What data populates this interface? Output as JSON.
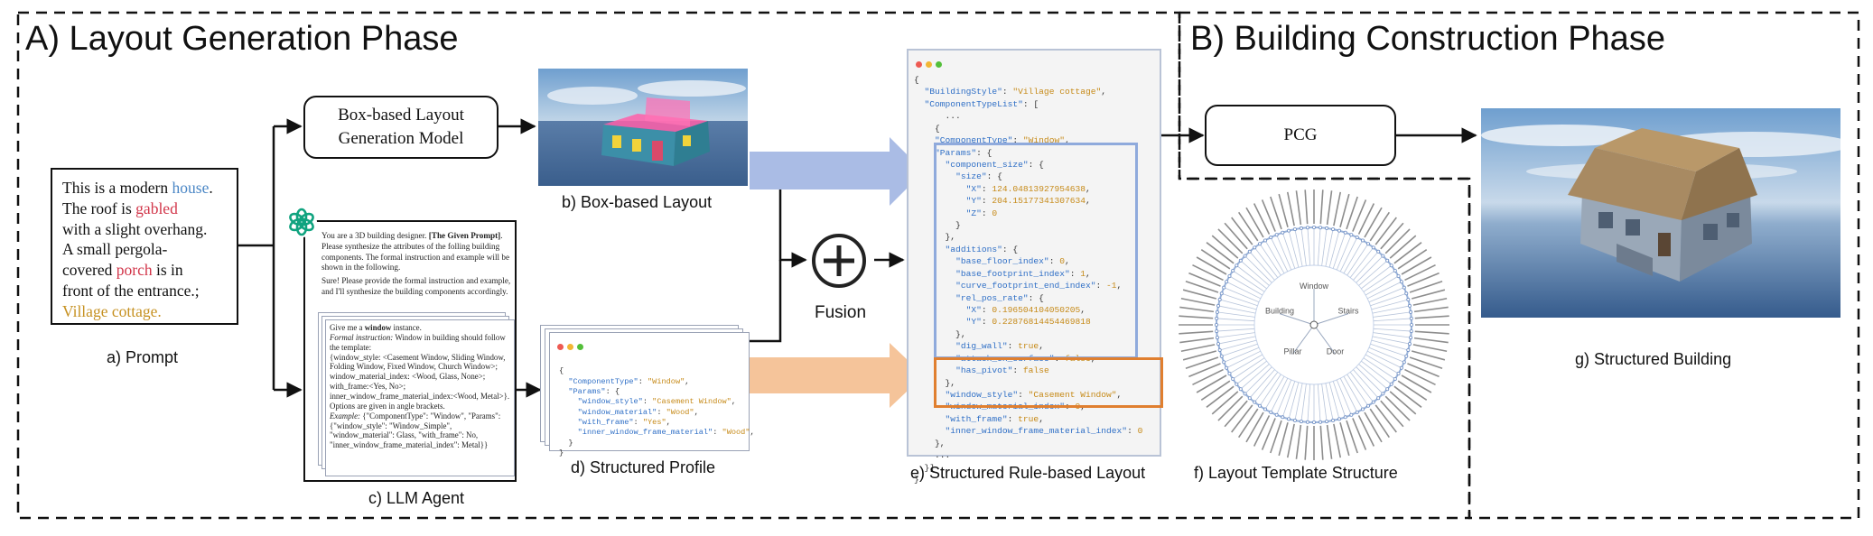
{
  "phase_a": {
    "title": "A) Layout Generation Phase"
  },
  "phase_b": {
    "title": "B) Building Construction Phase"
  },
  "prompt": {
    "lines": [
      [
        {
          "t": "This is a modern "
        },
        {
          "t": "house",
          "c": "blue"
        },
        {
          "t": "."
        }
      ],
      [
        {
          "t": "The roof is "
        },
        {
          "t": "gabled",
          "c": "red"
        }
      ],
      [
        {
          "t": "with a slight overhang."
        }
      ],
      [
        {
          "t": "A small pergola-"
        }
      ],
      [
        {
          "t": "covered "
        },
        {
          "t": "porch",
          "c": "red"
        },
        {
          "t": " is in"
        }
      ],
      [
        {
          "t": "front of the entrance.;"
        }
      ],
      [
        {
          "t": "Village cottage.",
          "c": "gold"
        }
      ]
    ],
    "caption": "a) Prompt"
  },
  "box_model": {
    "line1": "Box-based Layout",
    "line2": "Generation Model"
  },
  "box_layout": {
    "caption": "b) Box-based Layout"
  },
  "llm_agent": {
    "intro_pre": "You are a 3D building designer. ",
    "intro_bold": "[The Given Prompt]",
    "intro_post": ". Please synthesize the attributes of the folling building components. The formal  instruction and example will be shown in the following.",
    "reply": "Sure! Please provide the formal instruction and example, and I'll synthesize the building components accordingly.",
    "ask_pre": "Give me a ",
    "ask_bold": "window",
    "ask_post": " instance.",
    "formal_label": "Formal  instruction:",
    "formal_text": " Window in building should follow the template:",
    "template": "{window_style: <Casement Window, Sliding Window, Folding Window, Fixed Window, Church Window>; window_material_index: <Wood, Glass, None>; with_frame:<Yes, No>; inner_window_frame_material_index:<Wood, Metal>}.  Options are given in angle brackets.",
    "example_label": "Example:",
    "example_text": " {\"ComponentType\": \"Window\", \"Params\": {\"window_style\": \"Window_Simple\", \"window_material\": Glass, \"with_frame\": No,        \"inner_window_frame_material_index\": Metal}}",
    "caption": "c) LLM Agent"
  },
  "profile": {
    "open": "{",
    "component_type_key": "\"ComponentType\"",
    "component_type_val": "\"Window\"",
    "params_key": "\"Params\"",
    "rows": [
      {
        "k": "\"window_style\"",
        "v": "\"Casement Window\""
      },
      {
        "k": "\"window_material\"",
        "v": "\"Wood\""
      },
      {
        "k": "\"with_frame\"",
        "v": "\"Yes\""
      },
      {
        "k": "\"inner_window_frame_material\"",
        "v": "\"Wood\""
      }
    ],
    "close_inner": "}",
    "close": "}",
    "caption": "d) Structured  Profile"
  },
  "fusion": {
    "label": "Fusion",
    "symbol": "+"
  },
  "rule_layout": {
    "caption": "e) Structured Rule-based Layout",
    "building_style_key": "\"BuildingStyle\"",
    "building_style_val": "\"Village cottage\"",
    "component_list_key": "\"ComponentTypeList\"",
    "ellipsis": "...",
    "component_type_key": "\"ComponentType\"",
    "component_type_val": "\"Window\"",
    "params_key": "\"Params\"",
    "component_size_key": "\"component_size\"",
    "size_key": "\"size\"",
    "x_key": "\"X\"",
    "x_val": "124.04813927954638",
    "y_key": "\"Y\"",
    "y_val": "204.15177341307634",
    "z_key": "\"Z\"",
    "z_val": "0",
    "additions_key": "\"additions\"",
    "base_floor_index_key": "\"base_floor_index\"",
    "base_floor_index_val": "0",
    "base_footprint_index_key": "\"base_footprint_index\"",
    "base_footprint_index_val": "1",
    "curve_footprint_end_index_key": "\"curve_footprint_end_index\"",
    "curve_footprint_end_index_val": "-1",
    "rel_pos_rate_key": "\"rel_pos_rate\"",
    "rx_key": "\"X\"",
    "rx_val": "0.196504104050205",
    "ry_key": "\"Y\"",
    "ry_val": "0.22876814454469818",
    "dig_wall_key": "\"dig_wall\"",
    "dig_wall_val": "true",
    "attach_on_surface_key": "\"attach_on_surface\"",
    "attach_on_surface_val": "false",
    "has_pivot_key": "\"has_pivot\"",
    "has_pivot_val": "false",
    "window_style_key": "\"window_style\"",
    "window_style_val": "\"Casement Window\"",
    "window_material_index_key": "\"window_material_index\"",
    "window_material_index_val": "0",
    "with_frame_key": "\"with_frame\"",
    "with_frame_val": "true",
    "inner_window_frame_material_index_key": "\"inner_window_frame_material_index\"",
    "inner_window_frame_material_index_val": "0"
  },
  "pcg": {
    "label": "PCG"
  },
  "template_structure": {
    "caption": "f)  Layout Template Structure",
    "inner_labels": [
      "Window",
      "Stairs",
      "Door",
      "Pillar",
      "Building"
    ]
  },
  "structured_building": {
    "caption": "g) Structured Building"
  },
  "colors": {
    "blue_highlight": "#8faadc",
    "orange_highlight": "#e07f2f",
    "blue_arrow": "#aabce5",
    "orange_arrow": "#f5c49a",
    "key_blue": "#2f6fc6",
    "value_gold": "#c68a18",
    "prompt_blue": "#4a86c5",
    "prompt_red": "#d2364a",
    "prompt_gold": "#c69121",
    "chatgpt_green": "#10a37f"
  },
  "icons": [
    "chatgpt-logo-icon",
    "window-dots-icon",
    "fusion-plus-icon"
  ]
}
